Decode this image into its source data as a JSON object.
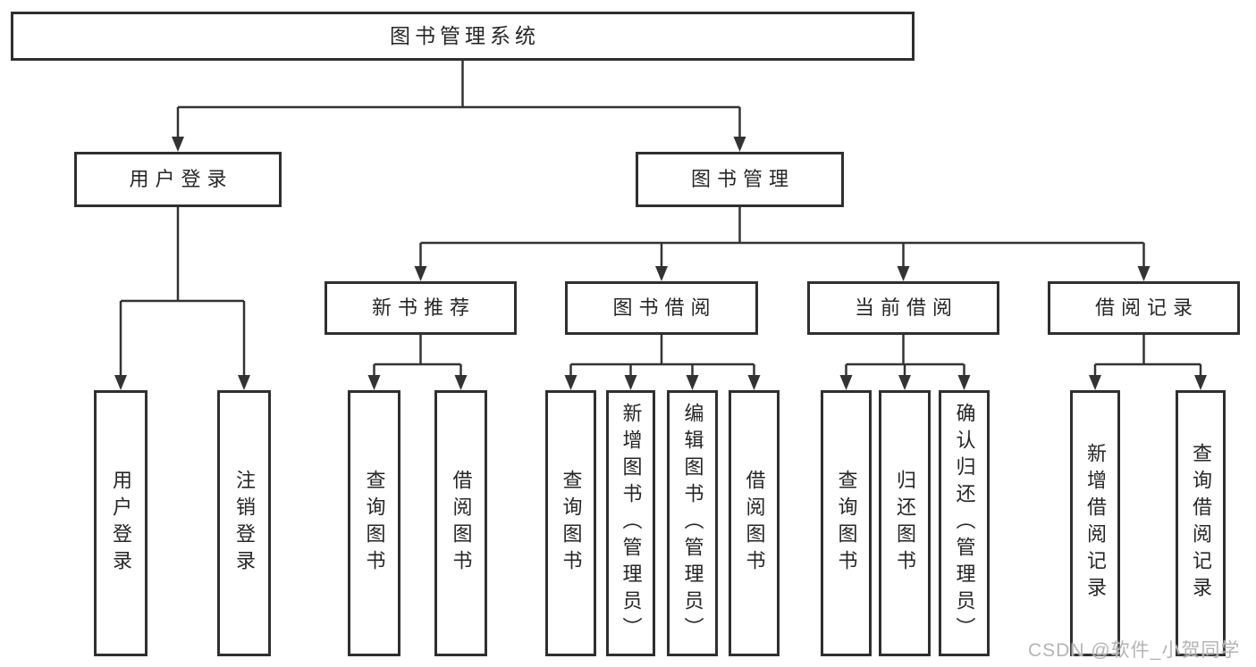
{
  "diagram": {
    "title": "图书管理系统",
    "type": "hierarchy-tree",
    "colors": {
      "background": "#ffffff",
      "box_border": "#2f2f2f",
      "text": "#262626",
      "connector": "#333333",
      "watermark": "#b4b4b4"
    },
    "nodes": {
      "root": {
        "label": "图书管理系统"
      },
      "user_login": {
        "label": "用户登录"
      },
      "book_management": {
        "label": "图书管理"
      },
      "new_book_recommend": {
        "label": "新书推荐"
      },
      "book_borrowing": {
        "label": "图书借阅"
      },
      "current_borrowing": {
        "label": "当前借阅"
      },
      "borrowing_records": {
        "label": "借阅记录"
      },
      "leaf_user_login": {
        "label": "用户登录"
      },
      "leaf_logout": {
        "label": "注销登录"
      },
      "leaf_query_books_recommend": {
        "label": "查询图书"
      },
      "leaf_borrow_books_recommend": {
        "label": "借阅图书"
      },
      "leaf_query_books_borrowing": {
        "label": "查询图书"
      },
      "leaf_add_books_admin": {
        "label": "新增图书（管理员）"
      },
      "leaf_edit_books_admin": {
        "label": "编辑图书（管理员）"
      },
      "leaf_borrow_books_borrowing": {
        "label": "借阅图书"
      },
      "leaf_query_books_current": {
        "label": "查询图书"
      },
      "leaf_return_books": {
        "label": "归还图书"
      },
      "leaf_confirm_return_admin": {
        "label": "确认归还（管理员）"
      },
      "leaf_add_borrow_record": {
        "label": "新增借阅记录"
      },
      "leaf_query_borrow_record": {
        "label": "查询借阅记录"
      }
    },
    "edges": [
      {
        "from": "root",
        "to": "user_login"
      },
      {
        "from": "root",
        "to": "book_management"
      },
      {
        "from": "user_login",
        "to": "leaf_user_login"
      },
      {
        "from": "user_login",
        "to": "leaf_logout"
      },
      {
        "from": "book_management",
        "to": "new_book_recommend"
      },
      {
        "from": "book_management",
        "to": "book_borrowing"
      },
      {
        "from": "book_management",
        "to": "current_borrowing"
      },
      {
        "from": "book_management",
        "to": "borrowing_records"
      },
      {
        "from": "new_book_recommend",
        "to": "leaf_query_books_recommend"
      },
      {
        "from": "new_book_recommend",
        "to": "leaf_borrow_books_recommend"
      },
      {
        "from": "book_borrowing",
        "to": "leaf_query_books_borrowing"
      },
      {
        "from": "book_borrowing",
        "to": "leaf_add_books_admin"
      },
      {
        "from": "book_borrowing",
        "to": "leaf_edit_books_admin"
      },
      {
        "from": "book_borrowing",
        "to": "leaf_borrow_books_borrowing"
      },
      {
        "from": "current_borrowing",
        "to": "leaf_query_books_current"
      },
      {
        "from": "current_borrowing",
        "to": "leaf_return_books"
      },
      {
        "from": "current_borrowing",
        "to": "leaf_confirm_return_admin"
      },
      {
        "from": "borrowing_records",
        "to": "leaf_add_borrow_record"
      },
      {
        "from": "borrowing_records",
        "to": "leaf_query_borrow_record"
      }
    ],
    "watermark": "CSDN @软件_小贺同学"
  }
}
